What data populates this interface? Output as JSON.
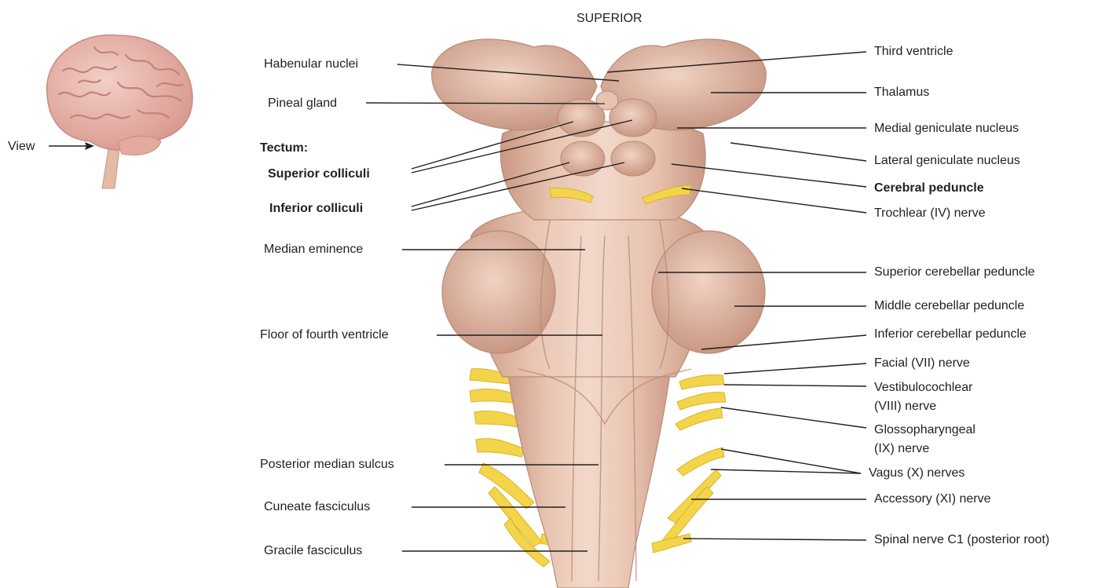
{
  "orientation_label": "SUPERIOR",
  "view_label": "View",
  "left_labels": {
    "habenular_nuclei": "Habenular nuclei",
    "pineal_gland": "Pineal gland",
    "tectum": "Tectum:",
    "superior_colliculi": "Superior colliculi",
    "inferior_colliculi": "Inferior colliculi",
    "median_eminence": "Median eminence",
    "floor_fourth_ventricle": "Floor of fourth ventricle",
    "posterior_median_sulcus": "Posterior median sulcus",
    "cuneate_fasciculus": "Cuneate fasciculus",
    "gracile_fasciculus": "Gracile fasciculus"
  },
  "right_labels": {
    "third_ventricle": "Third ventricle",
    "thalamus": "Thalamus",
    "medial_geniculate": "Medial geniculate nucleus",
    "lateral_geniculate": "Lateral geniculate nucleus",
    "cerebral_peduncle": "Cerebral peduncle",
    "trochlear_nerve": "Trochlear (IV) nerve",
    "superior_cerebellar_peduncle": "Superior cerebellar peduncle",
    "middle_cerebellar_peduncle": "Middle cerebellar peduncle",
    "inferior_cerebellar_peduncle": "Inferior cerebellar peduncle",
    "facial_nerve": "Facial (VII) nerve",
    "vestibulocochlear_line1": "Vestibulocochlear",
    "vestibulocochlear_line2": "(VIII) nerve",
    "glossopharyngeal_line1": "Glossopharyngeal",
    "glossopharyngeal_line2": "(IX) nerve",
    "vagus_nerves": "Vagus (X) nerves",
    "accessory_nerve": "Accessory (XI) nerve",
    "spinal_nerve_c1": "Spinal nerve C1 (posterior root)"
  },
  "colors": {
    "tissue": "#e3bba6",
    "tissue_shade": "#c99884",
    "tissue_light": "#f2d9cb",
    "nerve": "#f4d44a",
    "nerve_shade": "#d9b424",
    "brain": "#eab7ad",
    "brain_fold": "#cf8f86",
    "leader": "#231f20"
  }
}
